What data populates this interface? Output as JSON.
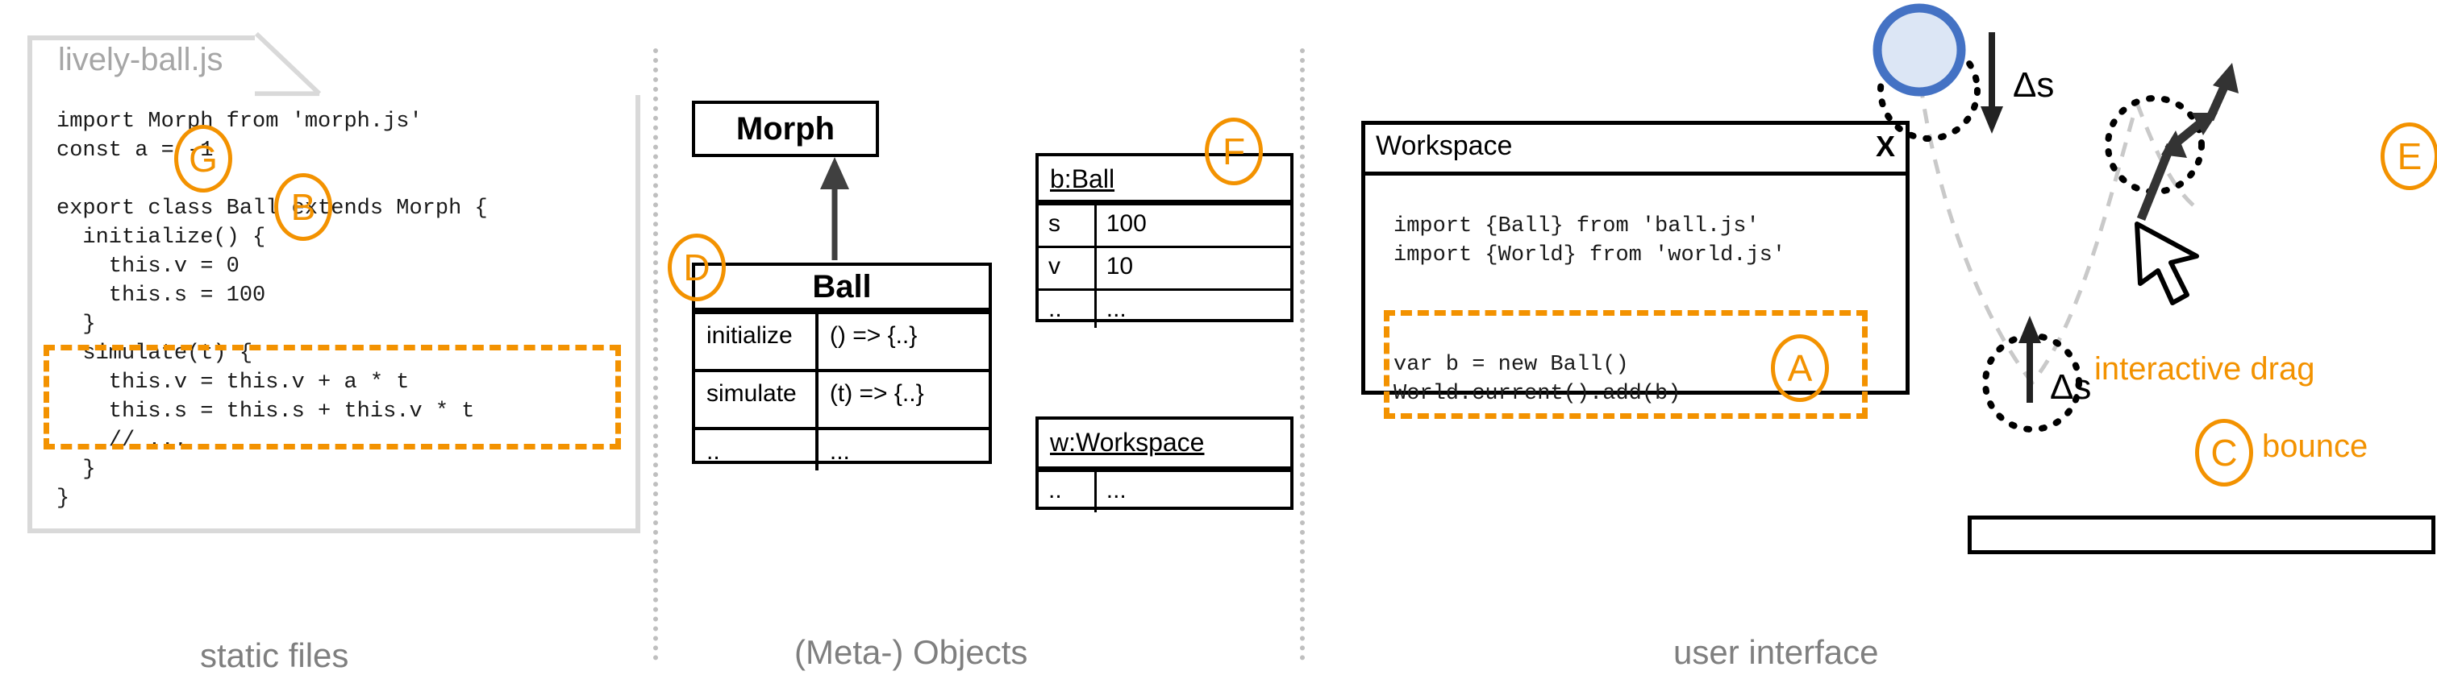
{
  "panels": {
    "left_caption": "static files",
    "middle_caption": "(Meta-) Objects",
    "right_caption": "user interface"
  },
  "file": {
    "name": "lively-ball.js",
    "code_before": "import Morph from 'morph.js'\nconst a = -1\n\nexport class Ball extends Morph {\n  initialize() {\n    this.v = 0\n    this.s = 100\n  }\n  simulate(t) {\n    this.v = this.v + a * t\n    this.s = this.s + this.v * t\n    // ...\n  }\n}",
    "badge_g": "G",
    "badge_b": "B"
  },
  "uml": {
    "superclass": "Morph",
    "class_name": "Ball",
    "badge_d": "D",
    "rows": [
      {
        "name": "initialize",
        "value": "() => {..}"
      },
      {
        "name": "simulate",
        "value": "(t) => {..}"
      },
      {
        "name": "..",
        "value": "..."
      }
    ]
  },
  "objects": {
    "badge_f": "F",
    "ball": {
      "header": "b:Ball",
      "rows": [
        {
          "key": "s",
          "value": "100"
        },
        {
          "key": "v",
          "value": "10"
        },
        {
          "key": "..",
          "value": "..."
        }
      ]
    },
    "workspace_obj": {
      "header": "w:Workspace",
      "rows": [
        {
          "key": "..",
          "value": "..."
        }
      ]
    }
  },
  "workspace_window": {
    "title": "Workspace",
    "close_label": "X",
    "code_imports": "import {Ball} from 'ball.js'\nimport {World} from 'world.js'",
    "code_highlighted": "var b = new Ball()\nWorld.current().add(b)",
    "badge_a": "A"
  },
  "scene": {
    "delta_label_fall": "Δs",
    "delta_label_bounce": "Δs",
    "badge_c": "C",
    "label_bounce": "bounce",
    "badge_e": "E",
    "label_drag": "interactive drag"
  },
  "colors": {
    "accent_orange": "#f39200",
    "ball_fill": "#dce6f5",
    "ball_stroke": "#4472c4",
    "caption_gray": "#7f7f7f",
    "divider_gray": "#bfbfbf",
    "doc_border": "#d9d9d9",
    "trajectory_gray": "#c9c9c9",
    "arrow_dark": "#404040"
  }
}
